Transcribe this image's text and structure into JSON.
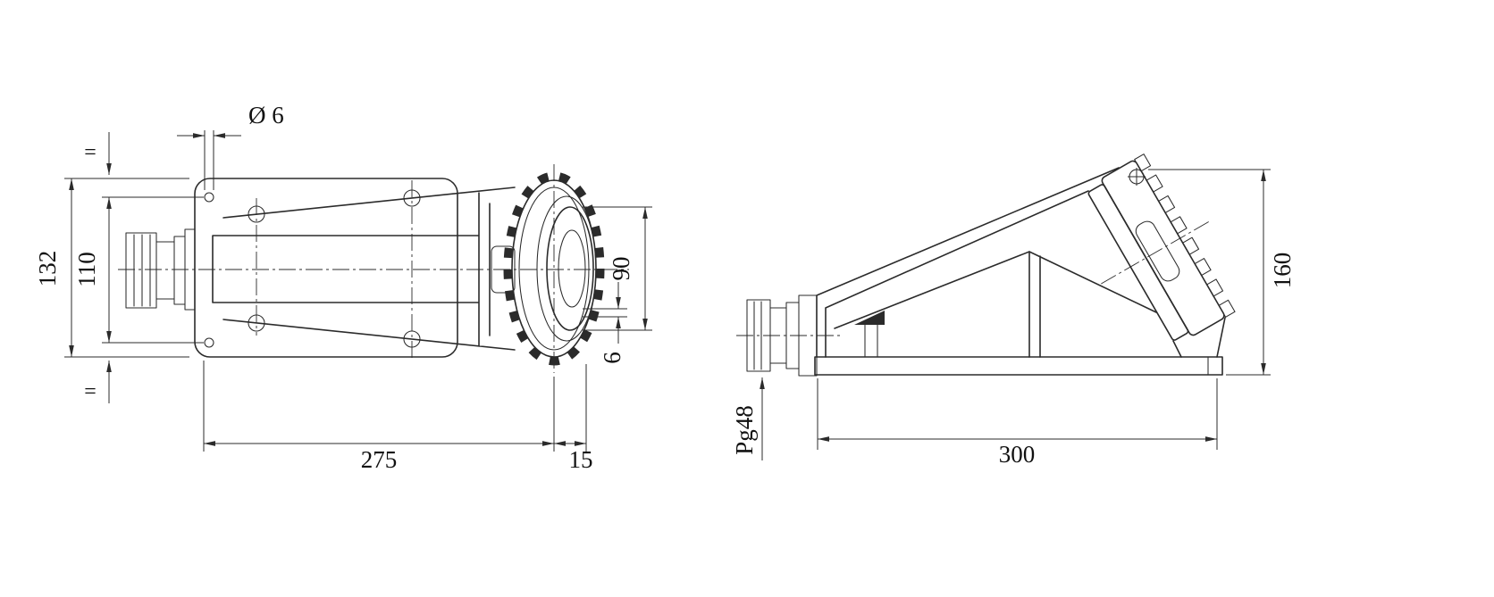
{
  "colors": {
    "background": "#ffffff",
    "line": "#2b2b2b",
    "text": "#111111"
  },
  "front_view": {
    "dim_hole_diameter": "Ø 6",
    "dim_overall_height": "132",
    "dim_hole_spacing": "110",
    "dim_socket_diameter": "90",
    "dim_rim_offset": "6",
    "dim_body_length": "275",
    "dim_front_overhang": "15",
    "mark_equal_top": "=",
    "mark_equal_bottom": "="
  },
  "side_view": {
    "dim_cable_gland": "Pg48",
    "dim_base_length": "300",
    "dim_overall_height": "160"
  }
}
